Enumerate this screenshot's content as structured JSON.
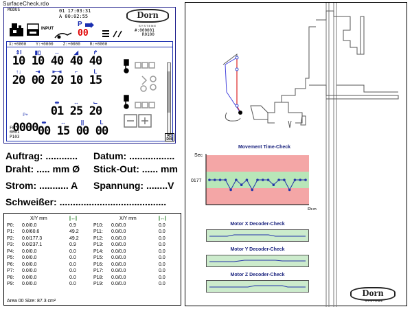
{
  "window": {
    "title": "SurfaceCheck.rdo"
  },
  "lcd": {
    "modus": "MODUS",
    "date": "01 17:03:31",
    "time": "A 00:02:55",
    "logo": "Dorn",
    "logo_sub": "SYSTEME",
    "prog_no": "#:000001",
    "prog_sub": "R0100",
    "input_label": "INPUT",
    "p_label": "P",
    "p_value": "00",
    "coords": [
      "X:+0000",
      "Y:+0000",
      "Z:+0000",
      "R:+0000"
    ],
    "rows": [
      [
        "10",
        "10",
        "40",
        "40",
        "40"
      ],
      [
        "20",
        "00",
        "20",
        "10",
        "15"
      ],
      [
        "01",
        "25",
        "20"
      ],
      [
        "00",
        "15",
        "00",
        "00"
      ]
    ],
    "big_value": "0000",
    "fo_label": "F0\n0001",
    "p_no": "P103",
    "rd_button": "RD\nD00"
  },
  "form": {
    "auftrag": "Auftrag: ............",
    "datum": "Datum: .................",
    "draht": "Draht: ..... mm Ø",
    "stickout": "Stick-Out: ...... mm",
    "strom": "Strom: ........... A",
    "spannung": "Spannung: ........V",
    "schweisser": "Schweißer: ........................................"
  },
  "table": {
    "header": {
      "col": "X/Y mm"
    },
    "left": [
      {
        "p": "P0:",
        "xy": "0.0/0.0",
        "v": "0.9"
      },
      {
        "p": "P1:",
        "xy": "0.0/60.6",
        "v": "49.2"
      },
      {
        "p": "P2:",
        "xy": "0.0/177.3",
        "v": "49.2"
      },
      {
        "p": "P3:",
        "xy": "0.0/237.1",
        "v": "0.9"
      },
      {
        "p": "P4:",
        "xy": "0.0/0.0",
        "v": "0.0"
      },
      {
        "p": "P5:",
        "xy": "0.0/0.0",
        "v": "0.0"
      },
      {
        "p": "P6:",
        "xy": "0.0/0.0",
        "v": "0.0"
      },
      {
        "p": "P7:",
        "xy": "0.0/0.0",
        "v": "0.0"
      },
      {
        "p": "P8:",
        "xy": "0.0/0.0",
        "v": "0.0"
      },
      {
        "p": "P9:",
        "xy": "0.0/0.0",
        "v": "0.0"
      }
    ],
    "right": [
      {
        "p": "P10:",
        "xy": "0.0/0.0",
        "v": "0.0"
      },
      {
        "p": "P11:",
        "xy": "0.0/0.0",
        "v": "0.0"
      },
      {
        "p": "P12:",
        "xy": "0.0/0.0",
        "v": "0.0"
      },
      {
        "p": "P13:",
        "xy": "0.0/0.0",
        "v": "0.0"
      },
      {
        "p": "P14:",
        "xy": "0.0/0.0",
        "v": "0.0"
      },
      {
        "p": "P15:",
        "xy": "0.0/0.0",
        "v": "0.0"
      },
      {
        "p": "P16:",
        "xy": "0.0/0.0",
        "v": "0.0"
      },
      {
        "p": "P17:",
        "xy": "0.0/0.0",
        "v": "0.0"
      },
      {
        "p": "P18:",
        "xy": "0.0/0.0",
        "v": "0.0"
      },
      {
        "p": "P19:",
        "xy": "0.0/0.0",
        "v": "0.0"
      }
    ],
    "footer": "Area 00 Size: 87.3 cm²"
  },
  "chart_data": {
    "type": "line",
    "title": "Movement Time-Check",
    "ylabel": "Sec",
    "xlabel": "Run",
    "y_tick": "0177",
    "series": [
      {
        "values": [
          0.5,
          0.5,
          0.5,
          0.5,
          0.3,
          0.5,
          0.4,
          0.5,
          0.3,
          0.5,
          0.5,
          0.5,
          0.4,
          0.5,
          0.5,
          0.3,
          0.5,
          0.5,
          0.5
        ]
      }
    ],
    "bands": [
      {
        "color": "#f4a6a6"
      },
      {
        "color": "#b8e6b8"
      },
      {
        "color": "#f4a6a6"
      }
    ]
  },
  "decoders": [
    {
      "title": "Motor X Decoder-Check"
    },
    {
      "title": "Motor Y Decoder-Check"
    },
    {
      "title": "Motor Z Decoder-Check"
    }
  ],
  "logo_bottom": {
    "text": "Dorn",
    "sub": "SYSTEME"
  }
}
